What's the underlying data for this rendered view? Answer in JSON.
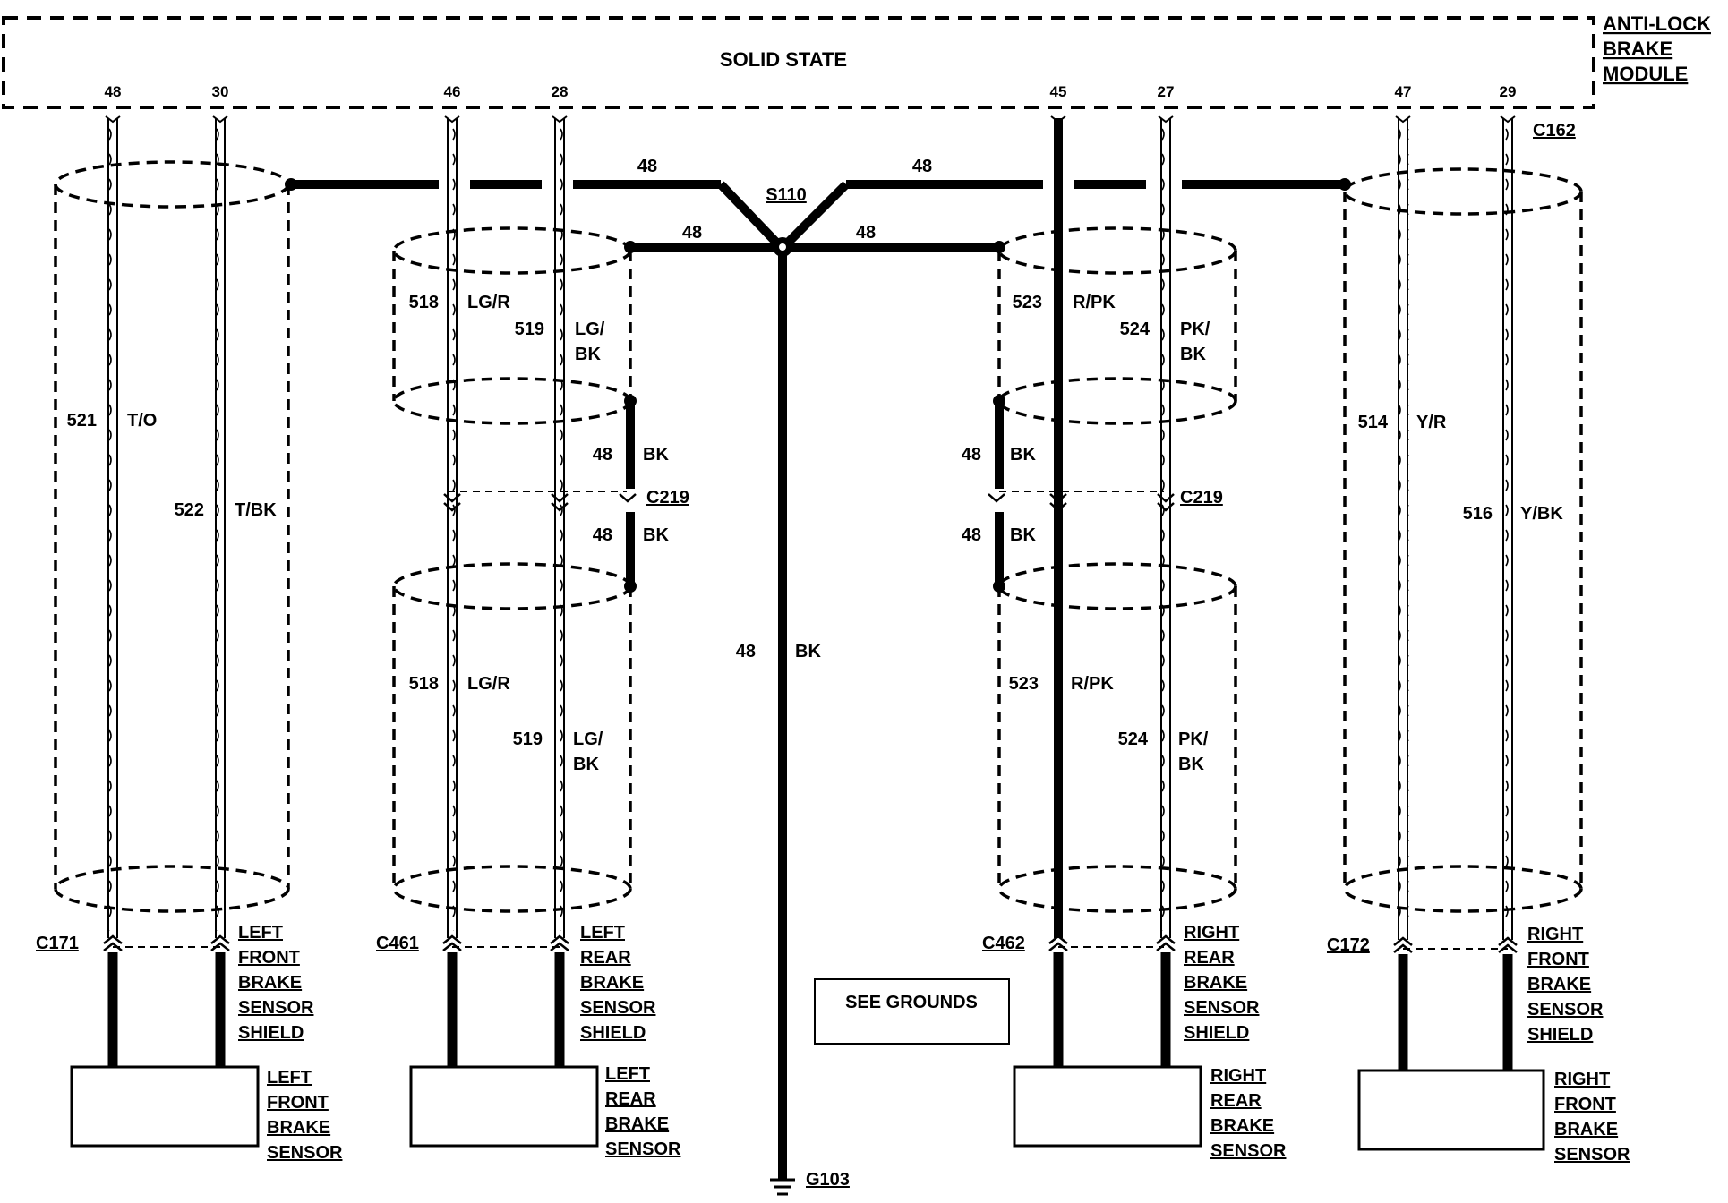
{
  "module": {
    "title": "SOLID STATE",
    "name": [
      "ANTI-LOCK",
      "BRAKE",
      "MODULE"
    ]
  },
  "pins": [
    "48",
    "30",
    "46",
    "28",
    "45",
    "27",
    "47",
    "29"
  ],
  "connectors": {
    "c162": "C162",
    "c219_left": "C219",
    "c219_right": "C219",
    "c171": "C171",
    "c461": "C461",
    "c462": "C462",
    "c172": "C172"
  },
  "ground": {
    "splice": "S110",
    "point": "G103",
    "note": "SEE GROUNDS",
    "circuit": "48",
    "color": "BK"
  },
  "drain_labels": {
    "top_left": "48",
    "top_right": "48",
    "mid_left": "48",
    "mid_right": "48",
    "left_upper_num": "48",
    "left_upper_color": "BK",
    "left_lower_num": "48",
    "left_lower_color": "BK",
    "right_upper_num": "48",
    "right_upper_color": "BK",
    "right_lower_num": "48",
    "right_lower_color": "BK"
  },
  "wires": {
    "w521": {
      "num": "521",
      "color": "T/O"
    },
    "w522": {
      "num": "522",
      "color": "T/BK"
    },
    "w518a": {
      "num": "518",
      "color": "LG/R"
    },
    "w519a": {
      "num": "519",
      "color1": "LG/",
      "color2": "BK"
    },
    "w518b": {
      "num": "518",
      "color": "LG/R"
    },
    "w519b": {
      "num": "519",
      "color1": "LG/",
      "color2": "BK"
    },
    "w523a": {
      "num": "523",
      "color": "R/PK"
    },
    "w524a": {
      "num": "524",
      "color1": "PK/",
      "color2": "BK"
    },
    "w523b": {
      "num": "523",
      "color": "R/PK"
    },
    "w524b": {
      "num": "524",
      "color1": "PK/",
      "color2": "BK"
    },
    "w514": {
      "num": "514",
      "color": "Y/R"
    },
    "w516": {
      "num": "516",
      "color": "Y/BK"
    }
  },
  "shields": {
    "lf": [
      "LEFT",
      "FRONT",
      "BRAKE",
      "SENSOR",
      "SHIELD"
    ],
    "lr": [
      "LEFT",
      "REAR",
      "BRAKE",
      "SENSOR",
      "SHIELD"
    ],
    "rr": [
      "RIGHT",
      "REAR",
      "BRAKE",
      "SENSOR",
      "SHIELD"
    ],
    "rf": [
      "RIGHT",
      "FRONT",
      "BRAKE",
      "SENSOR",
      "SHIELD"
    ]
  },
  "sensors": {
    "lf": [
      "LEFT",
      "FRONT",
      "BRAKE",
      "SENSOR"
    ],
    "lr": [
      "LEFT",
      "REAR",
      "BRAKE",
      "SENSOR"
    ],
    "rr": [
      "RIGHT",
      "REAR",
      "BRAKE",
      "SENSOR"
    ],
    "rf": [
      "RIGHT",
      "FRONT",
      "BRAKE",
      "SENSOR"
    ]
  }
}
